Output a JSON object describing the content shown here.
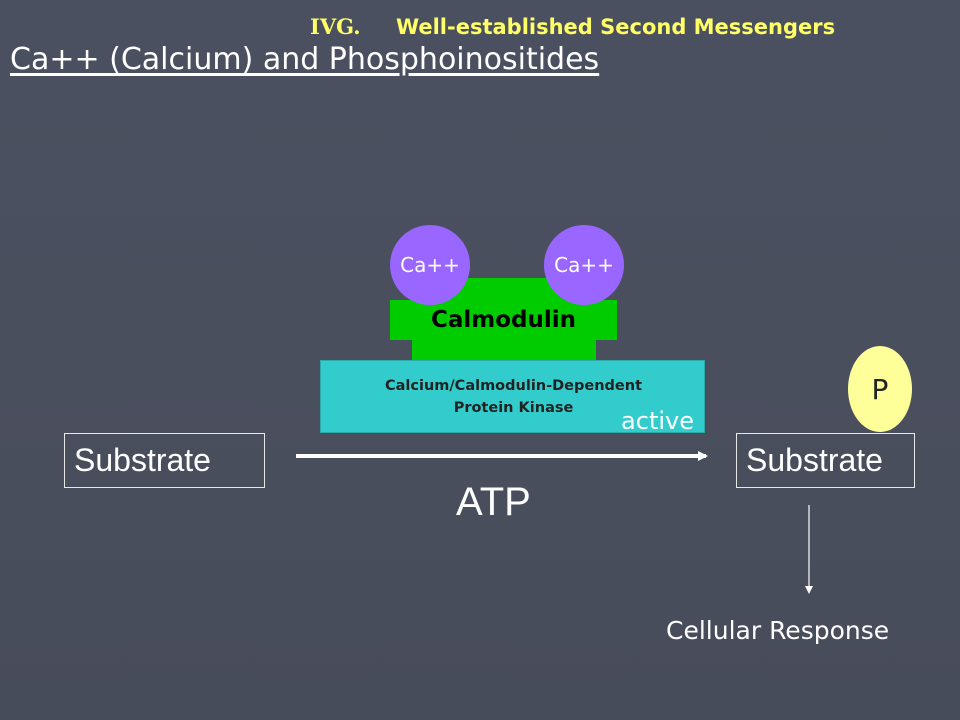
{
  "heading": {
    "roman": "IVG.",
    "title": "Well-established Second Messengers"
  },
  "subtitle": "Ca++ (Calcium) and Phosphoinositides",
  "diagram": {
    "calcium_ions": [
      "Ca++",
      "Ca++"
    ],
    "calmodulin": "Calmodulin",
    "kinase": {
      "name": "Calcium/Calmodulin-Dependent\nProtein Kinase",
      "state": "active"
    },
    "substrate_left": "Substrate",
    "substrate_right": "Substrate",
    "phosphate": "P",
    "cofactor": "ATP",
    "response": "Cellular Response"
  },
  "colors": {
    "heading": "#ffff66",
    "calmodulin": "#00cc00",
    "calcium_ion": "#9966ff",
    "kinase": "#33cccc",
    "phosphate": "#ffff99"
  }
}
